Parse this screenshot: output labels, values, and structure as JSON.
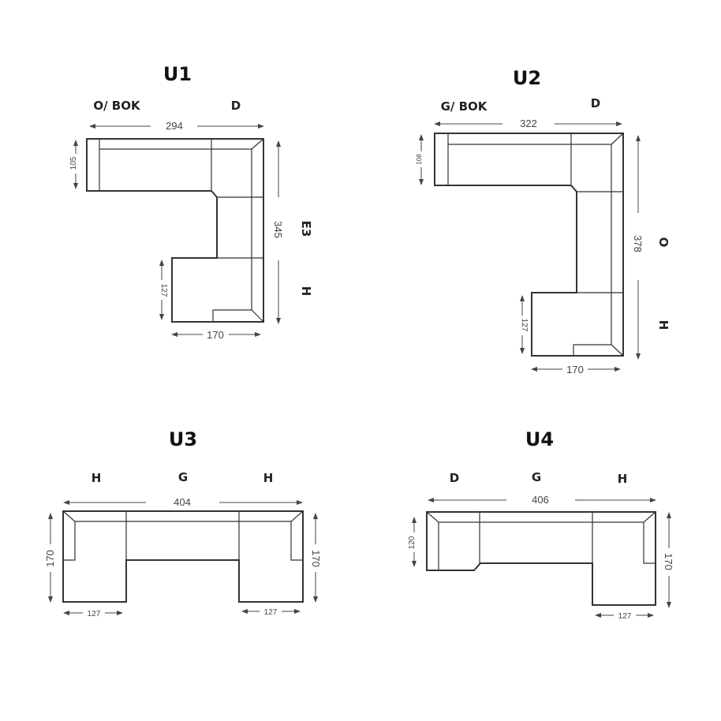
{
  "diagrams": [
    {
      "id": "U1",
      "title": "U1",
      "module_labels": [
        "O/ BOK",
        "D",
        "E3",
        "H"
      ],
      "dimensions": {
        "width": "294",
        "depth_left": "105",
        "height": "345",
        "bottom_depth": "127",
        "bottom_width": "170"
      }
    },
    {
      "id": "U2",
      "title": "U2",
      "module_labels": [
        "G/ BOK",
        "D",
        "O",
        "H"
      ],
      "dimensions": {
        "width": "322",
        "depth_left": "108",
        "height": "378",
        "bottom_depth": "127",
        "bottom_width": "170"
      }
    },
    {
      "id": "U3",
      "title": "U3",
      "module_labels": [
        "H",
        "G",
        "H"
      ],
      "dimensions": {
        "width": "404",
        "left_height": "170",
        "right_height": "170",
        "left_width": "127",
        "right_width": "127"
      }
    },
    {
      "id": "U4",
      "title": "U4",
      "module_labels": [
        "D",
        "G",
        "H"
      ],
      "dimensions": {
        "width": "406",
        "left_height": "120",
        "right_height": "170",
        "right_width": "127"
      }
    }
  ]
}
